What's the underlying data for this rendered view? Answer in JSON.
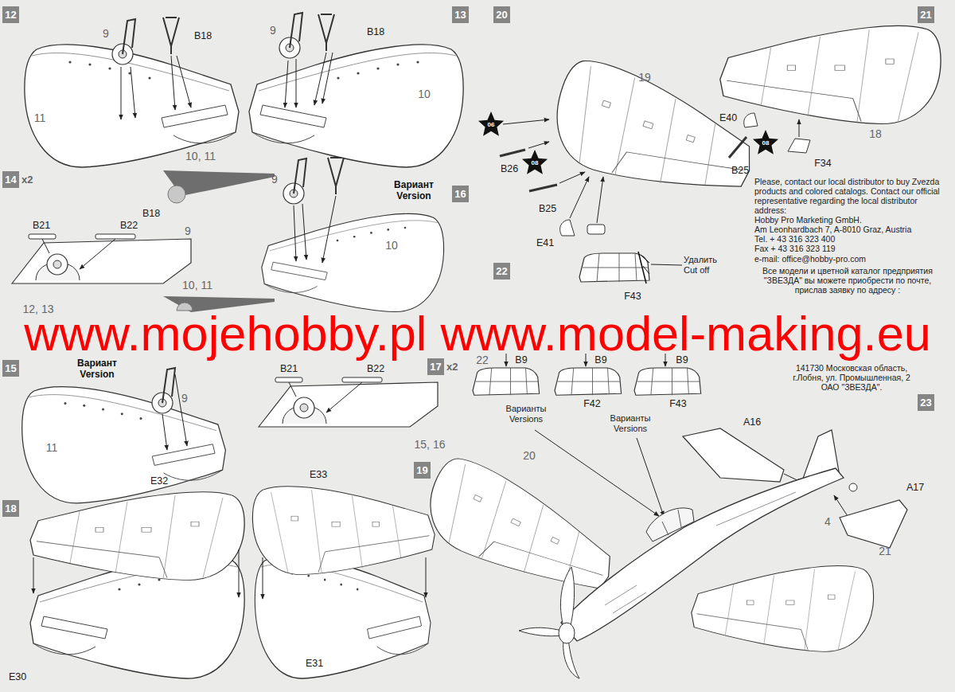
{
  "diagram": {
    "nodes": [
      {
        "text": [
          "12"
        ]
      },
      {
        "text": [
          "13"
        ]
      },
      {
        "text": [
          "14",
          "x2"
        ]
      },
      {
        "text": [
          "16"
        ]
      },
      {
        "text": [
          "15"
        ]
      },
      {
        "text": [
          "17",
          "x2"
        ]
      },
      {
        "text": [
          "18"
        ]
      },
      {
        "text": [
          "19"
        ]
      },
      {
        "text": [
          "20"
        ]
      },
      {
        "text": [
          "21"
        ]
      },
      {
        "text": [
          "22"
        ]
      },
      {
        "text": [
          "23"
        ]
      }
    ],
    "labels": [
      "9",
      "B18",
      "11",
      "9",
      "B18",
      "10",
      "10, 11",
      "B18",
      "9",
      "9",
      "Вариант Version",
      "10",
      "10, 11",
      "B21",
      "B22",
      "12, 13",
      "Вариант Version",
      "9",
      "11",
      "B21",
      "B22",
      "15, 16",
      "E32",
      "E30",
      "E33",
      "E31",
      "19",
      "06",
      "B26",
      "08",
      "B25",
      "E41",
      "E40",
      "08",
      "B25",
      "F34",
      "18",
      "Please, contact our local distributor to buy Zvezda products and colored catalogs. Contact our official representative regarding the local distributor address:",
      "Hobby Pro Marketing GmbH.",
      "Am Leonhardbach 7, A-8010 Graz, Austria",
      "Tel. + 43 316 323 400",
      "Fax + 43 316 323 119",
      "e-mail: office@hobby-pro.com",
      "Все модели и цветной каталог предприятия \"ЗВЕЗДА\" вы можете приобрести по почте, прислав заявку по адресу :",
      "141730 Московская область,",
      "г.Лобня, ул. Промышленная, 2",
      "ОАО \"ЗВЕЗДА\".",
      "Удалить Cut off",
      "F43",
      "22",
      "B9",
      "B9",
      "B9",
      "F42",
      "F43",
      "Варианты Versions",
      "Варианты Versions",
      "A16",
      "A17",
      "20",
      "4",
      "21",
      "www.mojehobby.pl www.model-making.eu"
    ]
  }
}
